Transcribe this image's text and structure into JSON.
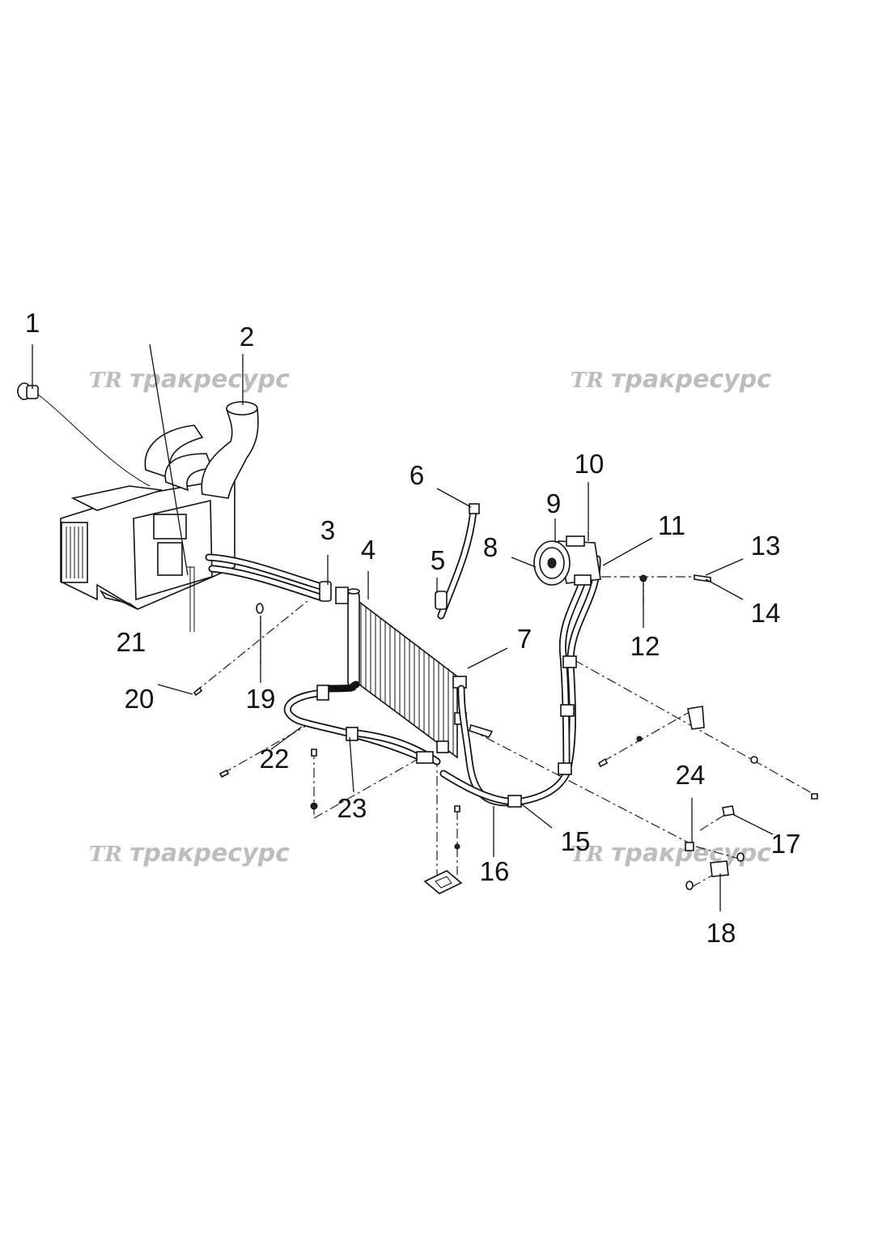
{
  "watermarks": [
    {
      "logo": "TR",
      "text": "тракресурс"
    },
    {
      "logo": "TR",
      "text": "тракресурс"
    },
    {
      "logo": "TR",
      "text": "тракресурс"
    },
    {
      "logo": "TR",
      "text": "тракресурс"
    }
  ],
  "callouts": [
    "1",
    "2",
    "3",
    "4",
    "5",
    "6",
    "7",
    "8",
    "9",
    "10",
    "11",
    "12",
    "13",
    "14",
    "15",
    "16",
    "17",
    "18",
    "19",
    "20",
    "21",
    "22",
    "23",
    "24"
  ],
  "colors": {
    "line": "#111111",
    "watermark": "#bdbdbd",
    "background": "#ffffff"
  }
}
